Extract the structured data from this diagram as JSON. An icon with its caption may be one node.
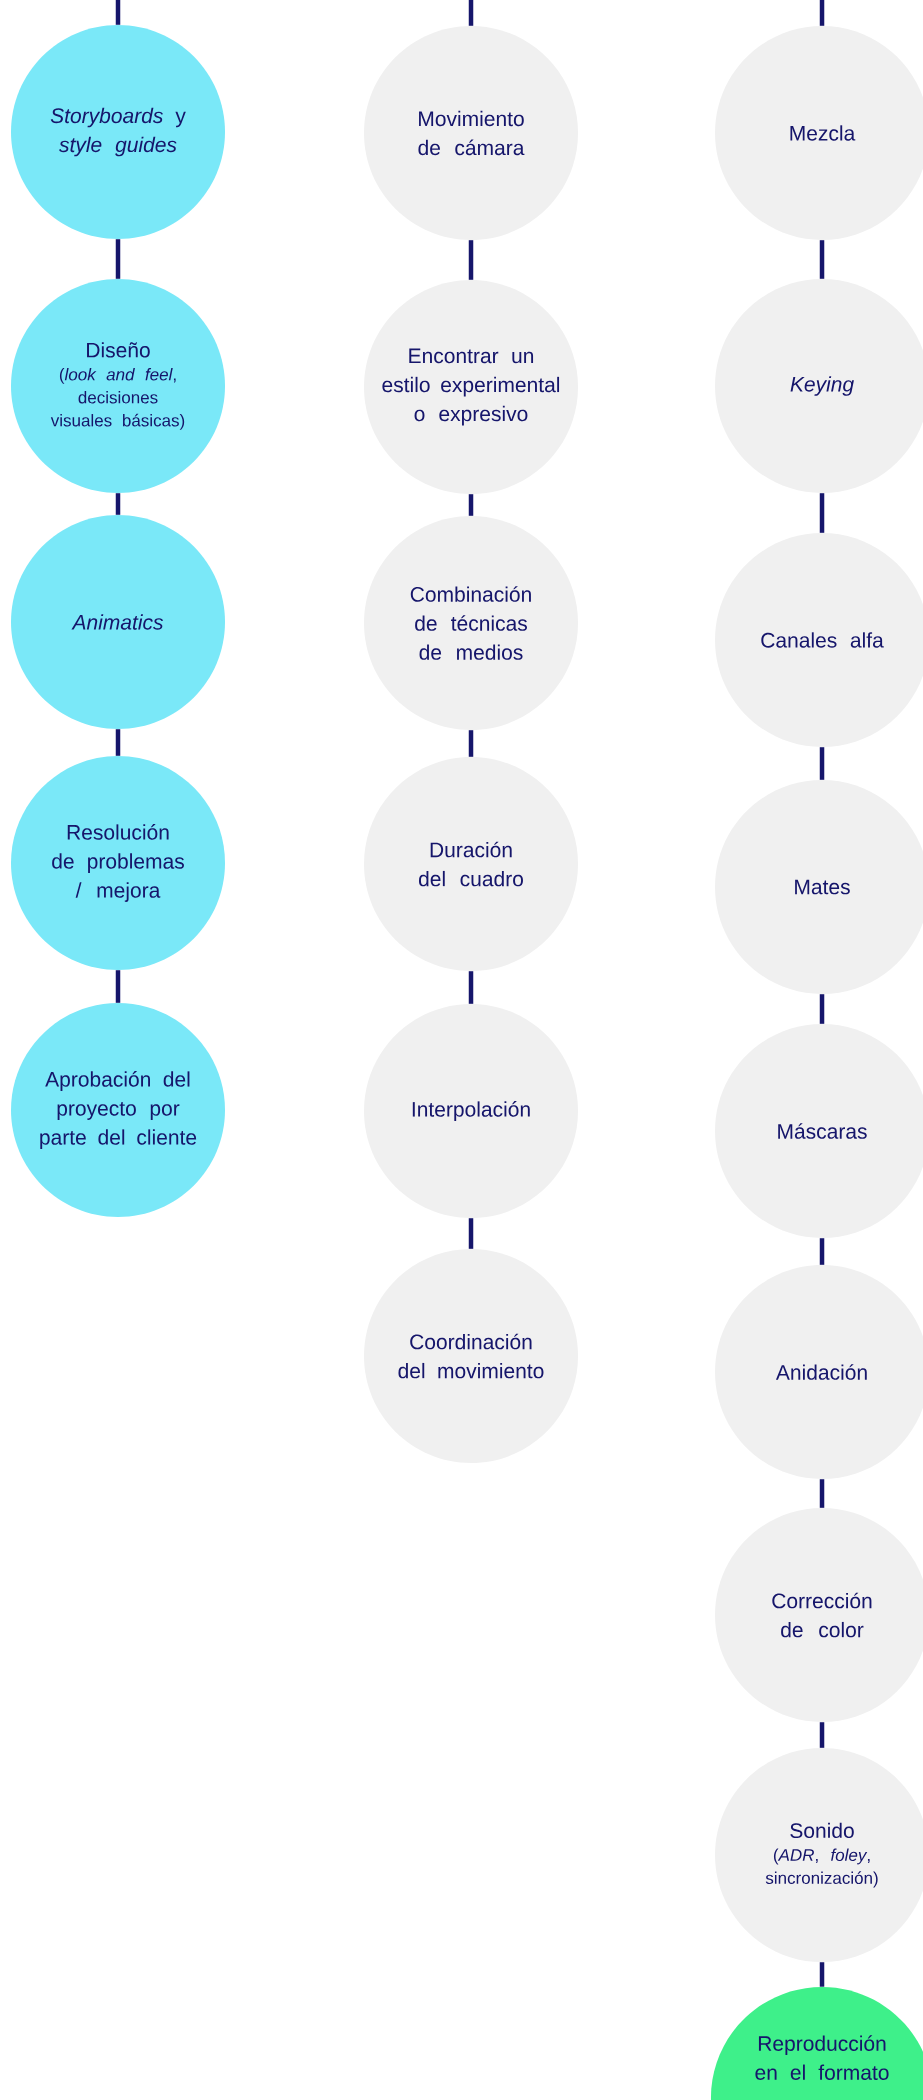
{
  "diagram": {
    "nodes": [
      {
        "text": [
          "*Storyboards* y *style guides*"
        ]
      },
      {
        "text": [
          "Diseño",
          "(*look and feel*, decisiones visuales básicas)"
        ]
      },
      {
        "text": [
          "Animatics"
        ]
      },
      {
        "text": [
          "Resolución de problemas / mejora"
        ]
      },
      {
        "text": [
          "Aprobación del proyecto por parte del cliente"
        ]
      },
      {
        "text": [
          "Movimiento de cámara"
        ]
      },
      {
        "text": [
          "Encontrar un estilo experimental o expresivo"
        ]
      },
      {
        "text": [
          "Combinación de técnicas de medios"
        ]
      },
      {
        "text": [
          "Duración del cuadro"
        ]
      },
      {
        "text": [
          "Interpolación"
        ]
      },
      {
        "text": [
          "Coordinación del movimiento"
        ]
      },
      {
        "text": [
          "Mezcla"
        ]
      },
      {
        "text": [
          "Keying"
        ]
      },
      {
        "text": [
          "Canales alfa"
        ]
      },
      {
        "text": [
          "Mates"
        ]
      },
      {
        "text": [
          "Máscaras"
        ]
      },
      {
        "text": [
          "Anidación"
        ]
      },
      {
        "text": [
          "Corrección de color"
        ]
      },
      {
        "text": [
          "Sonido",
          "(*ADR*, *foley*, sincronización)"
        ]
      },
      {
        "text": [
          "Reproducción en el formato"
        ]
      }
    ],
    "edges": [
      {
        "from": null,
        "to": 0,
        "arrow": "none"
      },
      {
        "from": 0,
        "to": 1,
        "arrow": "none"
      },
      {
        "from": 1,
        "to": 2,
        "arrow": "none"
      },
      {
        "from": 2,
        "to": 3,
        "arrow": "none"
      },
      {
        "from": 3,
        "to": 4,
        "arrow": "none"
      },
      {
        "from": null,
        "to": 5,
        "arrow": "none"
      },
      {
        "from": 5,
        "to": 6,
        "arrow": "none"
      },
      {
        "from": 6,
        "to": 7,
        "arrow": "none"
      },
      {
        "from": 7,
        "to": 8,
        "arrow": "none"
      },
      {
        "from": 8,
        "to": 9,
        "arrow": "none"
      },
      {
        "from": 9,
        "to": 10,
        "arrow": "none"
      },
      {
        "from": null,
        "to": 11,
        "arrow": "none"
      },
      {
        "from": 11,
        "to": 12,
        "arrow": "none"
      },
      {
        "from": 12,
        "to": 13,
        "arrow": "none"
      },
      {
        "from": 13,
        "to": 14,
        "arrow": "none"
      },
      {
        "from": 14,
        "to": 15,
        "arrow": "none"
      },
      {
        "from": 15,
        "to": 16,
        "arrow": "none"
      },
      {
        "from": 16,
        "to": 17,
        "arrow": "none"
      },
      {
        "from": 17,
        "to": 18,
        "arrow": "none"
      },
      {
        "from": 18,
        "to": 19,
        "arrow": "none"
      }
    ]
  }
}
